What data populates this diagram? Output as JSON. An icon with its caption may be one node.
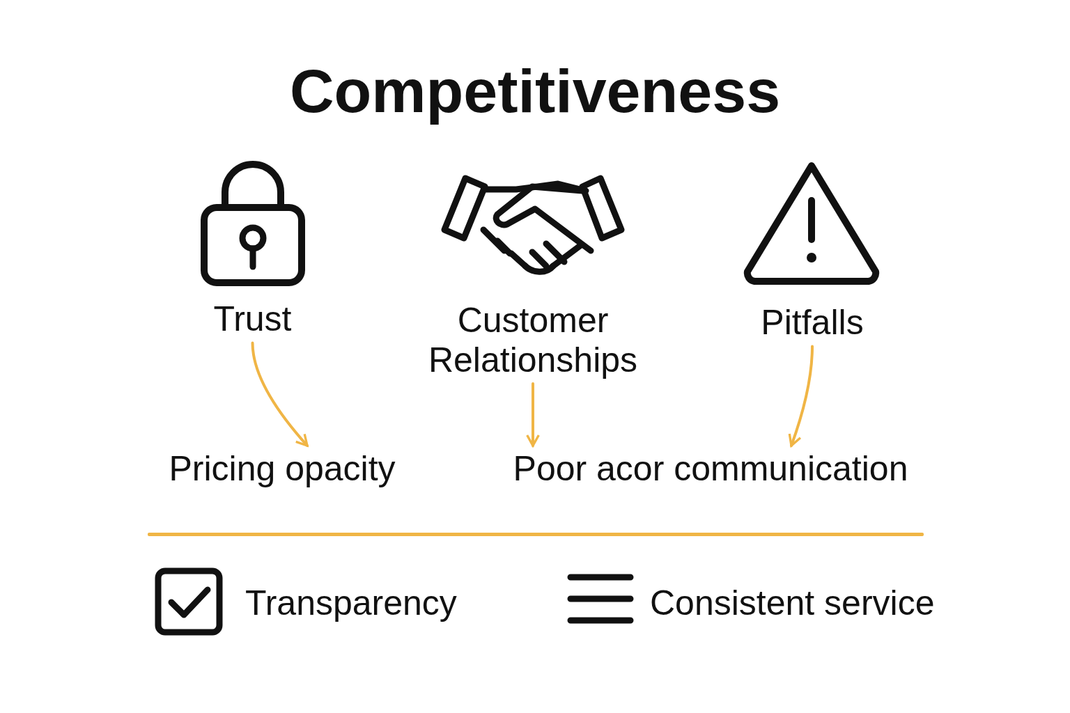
{
  "diagram": {
    "title": "Competitiveness",
    "nodes": [
      {
        "text": [
          "Trust"
        ]
      },
      {
        "text": [
          "Customer Relationships"
        ]
      },
      {
        "text": [
          "Pitfalls"
        ]
      },
      {
        "text": [
          "Pricing opacity"
        ]
      },
      {
        "text": [
          "Poor acor communication"
        ]
      }
    ],
    "edges": [
      {
        "from": 0,
        "to": 3,
        "arrow": "to"
      },
      {
        "from": 1,
        "to": 4,
        "arrow": "to"
      },
      {
        "from": 2,
        "to": 4,
        "arrow": "to"
      }
    ],
    "labels": [
      "Transparency",
      "Consistent service"
    ]
  }
}
